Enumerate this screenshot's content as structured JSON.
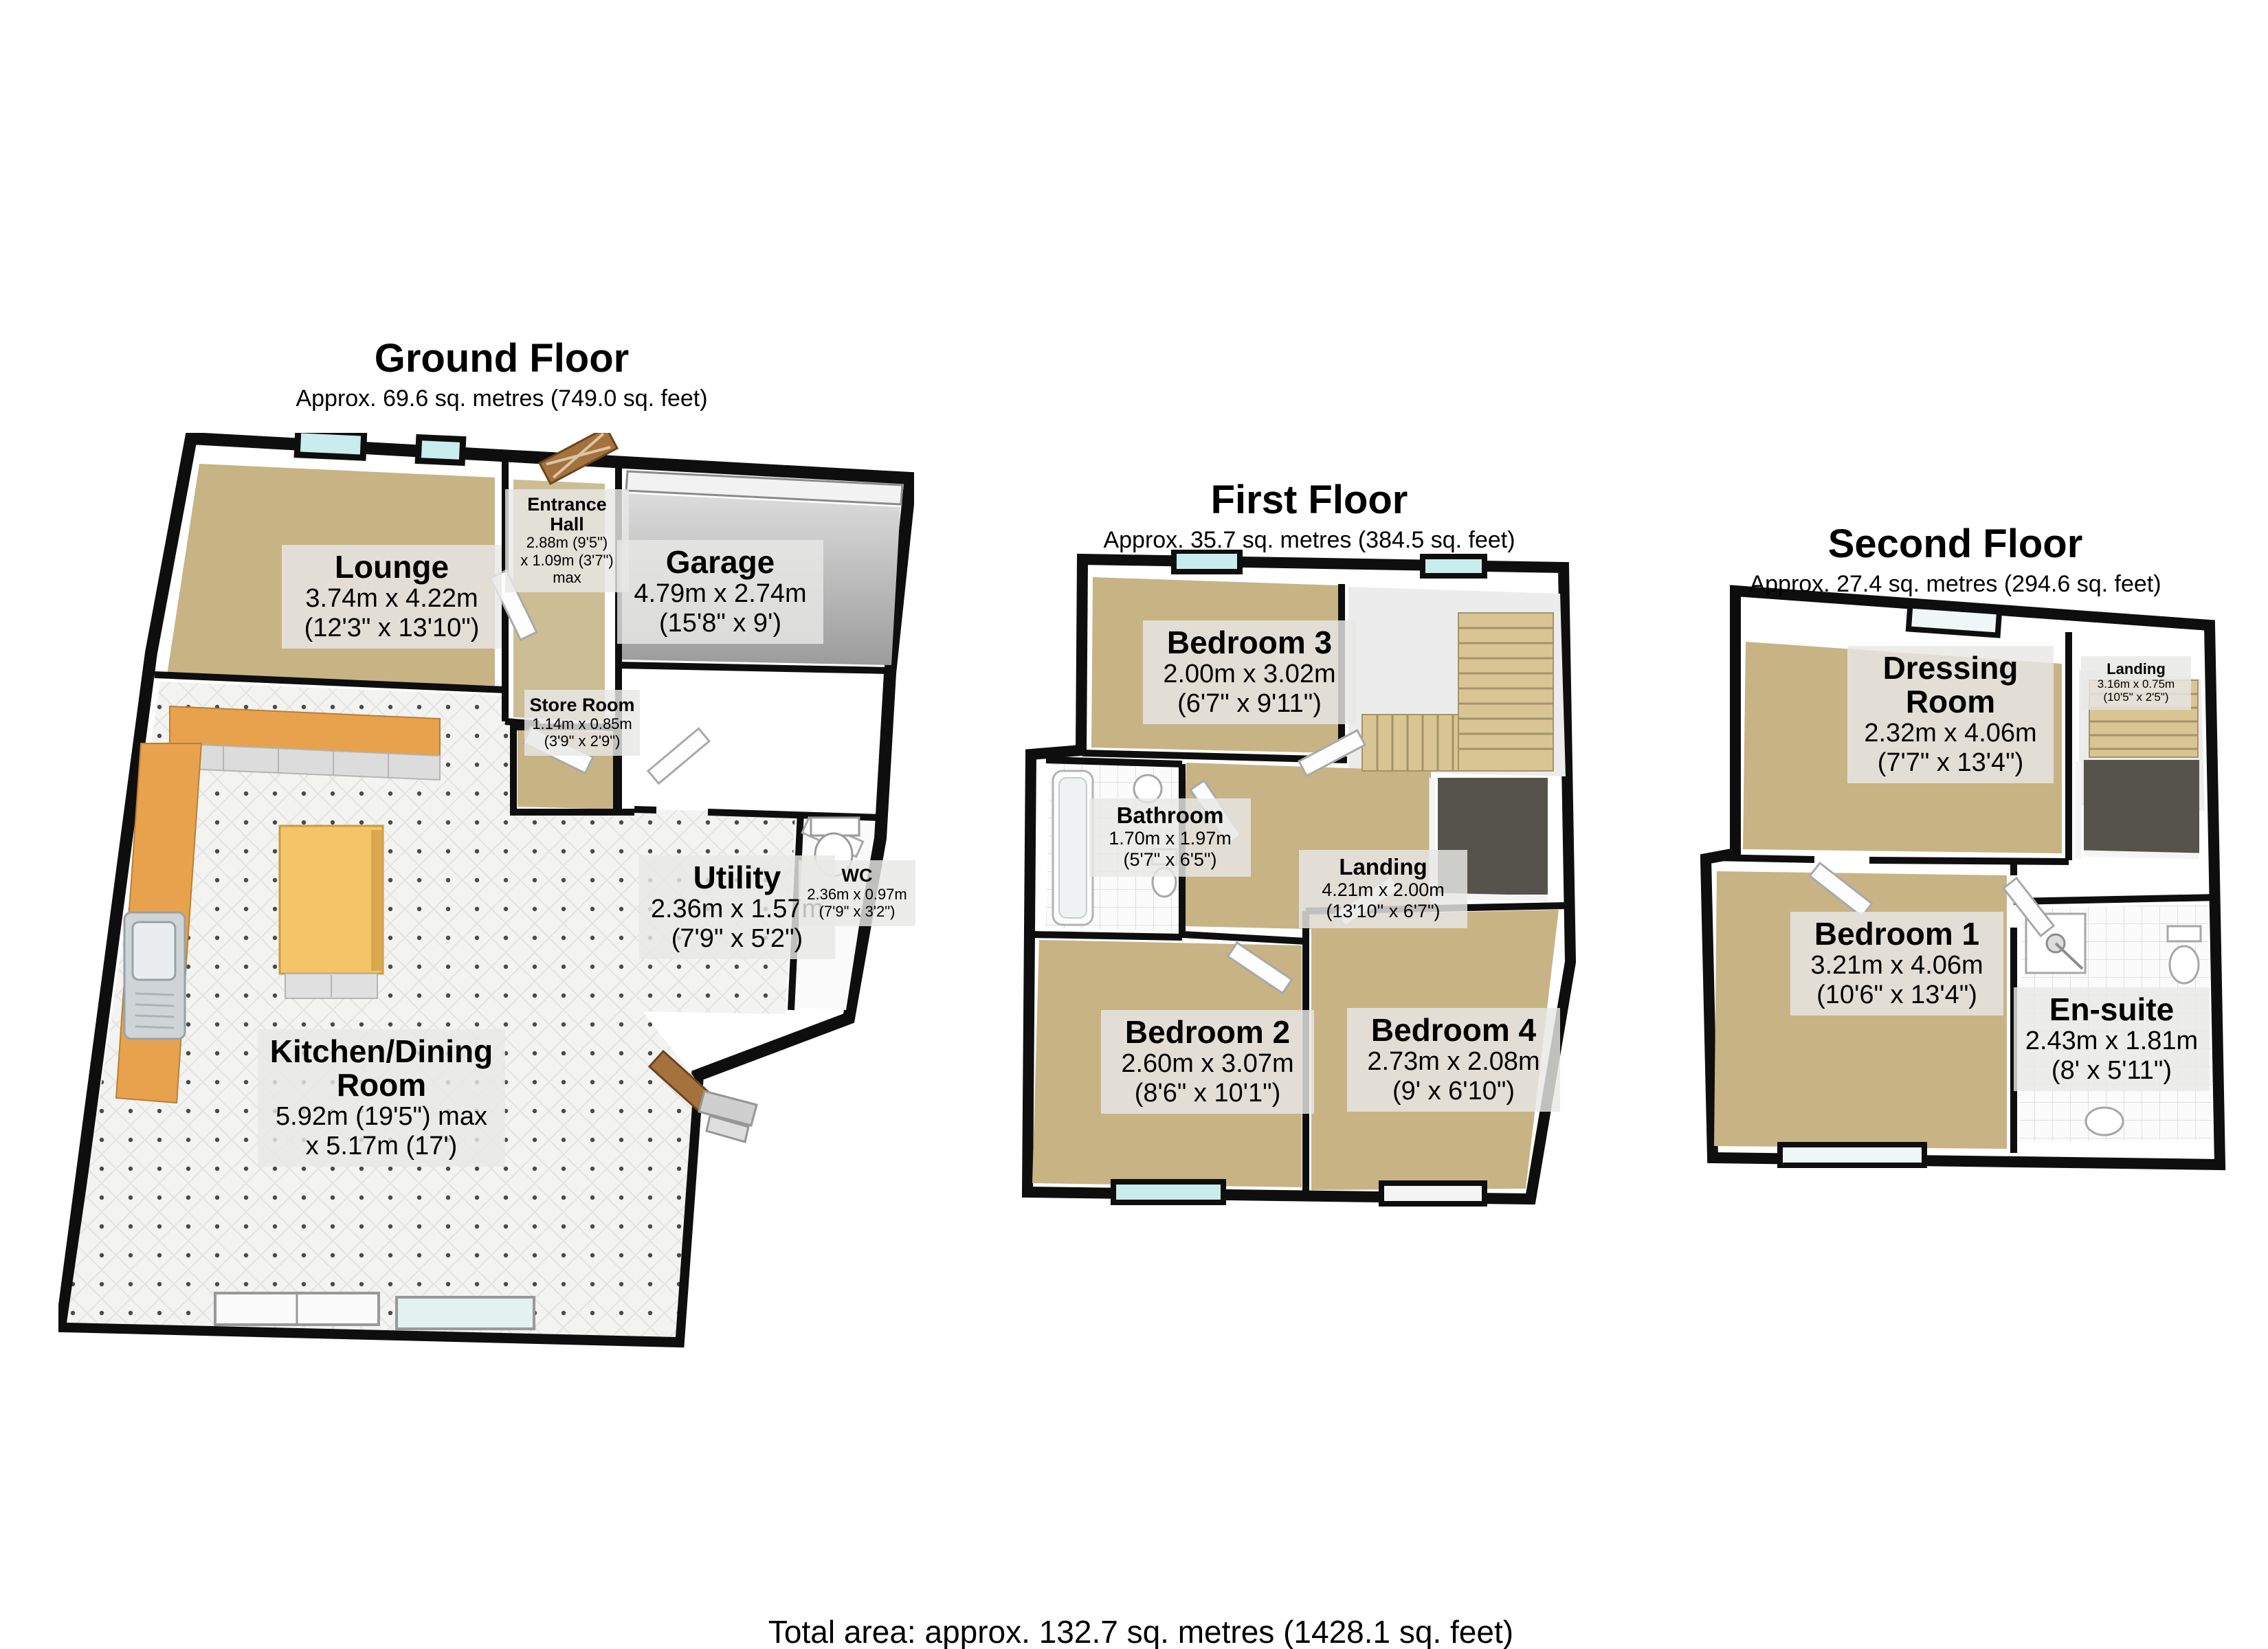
{
  "floors": [
    {
      "title": "Ground Floor",
      "subtitle": "Approx. 69.6 sq. metres (749.0 sq. feet)",
      "rooms": [
        {
          "name": "Lounge",
          "size_m": "3.74m x 4.22m",
          "size_ft": "(12'3\" x 13'10\")"
        },
        {
          "name": "Entrance Hall",
          "size_m": "2.88m (9'5\")",
          "size_ft": "x 1.09m (3'7\") max"
        },
        {
          "name": "Garage",
          "size_m": "4.79m x 2.74m",
          "size_ft": "(15'8\" x 9')"
        },
        {
          "name": "Store Room",
          "size_m": "1.14m x 0.85m",
          "size_ft": "(3'9\" x 2'9\")"
        },
        {
          "name": "Utility",
          "size_m": "2.36m x 1.57m",
          "size_ft": "(7'9\" x 5'2\")"
        },
        {
          "name": "WC",
          "size_m": "2.36m x 0.97m",
          "size_ft": "(7'9\" x 3'2\")"
        },
        {
          "name": "Kitchen/Dining Room",
          "size_m": "5.92m (19'5\") max",
          "size_ft": "x 5.17m (17')"
        }
      ]
    },
    {
      "title": "First Floor",
      "subtitle": "Approx. 35.7 sq. metres (384.5 sq. feet)",
      "rooms": [
        {
          "name": "Bedroom 3",
          "size_m": "2.00m x 3.02m",
          "size_ft": "(6'7\" x 9'11\")"
        },
        {
          "name": "Bathroom",
          "size_m": "1.70m x 1.97m",
          "size_ft": "(5'7\" x 6'5\")"
        },
        {
          "name": "Landing",
          "size_m": "4.21m x 2.00m",
          "size_ft": "(13'10\" x 6'7\")"
        },
        {
          "name": "Bedroom 2",
          "size_m": "2.60m x 3.07m",
          "size_ft": "(8'6\" x 10'1\")"
        },
        {
          "name": "Bedroom 4",
          "size_m": "2.73m x 2.08m",
          "size_ft": "(9' x 6'10\")"
        }
      ]
    },
    {
      "title": "Second Floor",
      "subtitle": "Approx. 27.4 sq. metres (294.6 sq. feet)",
      "rooms": [
        {
          "name": "Dressing Room",
          "size_m": "2.32m x 4.06m",
          "size_ft": "(7'7\" x 13'4\")"
        },
        {
          "name": "Landing",
          "size_m": "3.16m x 0.75m",
          "size_ft": "(10'5\" x 2'5\")"
        },
        {
          "name": "Bedroom 1",
          "size_m": "3.21m x 4.06m",
          "size_ft": "(10'6\" x 13'4\")"
        },
        {
          "name": "En-suite",
          "size_m": "2.43m x 1.81m",
          "size_ft": "(8' x 5'11\")"
        }
      ]
    }
  ],
  "footer": {
    "total_area": "Total area: approx. 132.7 sq. metres (1428.1 sq. feet)"
  },
  "colors": {
    "wall": "#0e0e0e",
    "carpet": "#c8b385",
    "tile_floor": "#f3f3f1",
    "garage_floor": "#b5b5b5",
    "window_glass": "#c9ecec",
    "counter_orange": "#e8a24e",
    "island_yellow": "#f3c568",
    "door_wood": "#a5713d",
    "label_background": "#e8e8e6"
  }
}
